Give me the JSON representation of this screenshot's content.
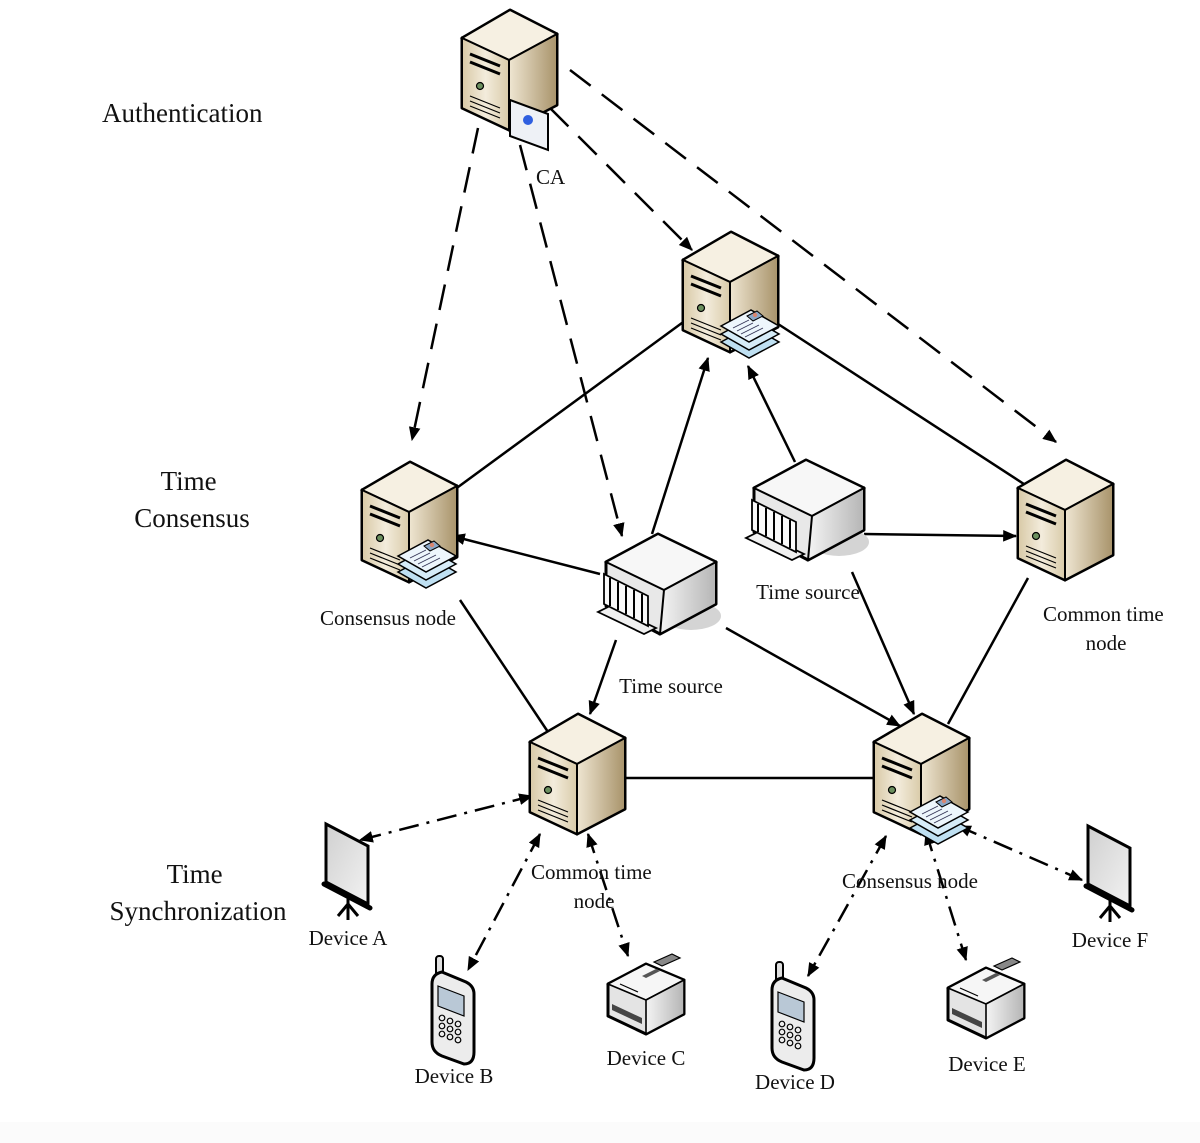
{
  "title": "Blockchain-based time synchronization architecture",
  "layers": {
    "authentication": "Authentication",
    "time_consensus": [
      "Time",
      "Consensus"
    ],
    "time_synchronization": [
      "Time",
      "Synchronization"
    ]
  },
  "nodes": {
    "ca": {
      "label": "CA",
      "type": "server-with-certificate"
    },
    "consensus_top": {
      "label": "",
      "type": "consensus-server"
    },
    "consensus_left": {
      "label": "Consensus node",
      "type": "consensus-server"
    },
    "common_right": {
      "label": [
        "Common time",
        "node"
      ],
      "type": "server"
    },
    "time_source_center": {
      "label": "Time source",
      "type": "time-source"
    },
    "time_source_right": {
      "label": "Time source",
      "type": "time-source"
    },
    "common_bottom": {
      "label": [
        "Common time",
        "node"
      ],
      "type": "server"
    },
    "consensus_bottom": {
      "label": "Consensus node",
      "type": "consensus-server"
    }
  },
  "devices": [
    {
      "id": "A",
      "label": "Device A",
      "type": "projector-screen"
    },
    {
      "id": "B",
      "label": "Device B",
      "type": "mobile-phone"
    },
    {
      "id": "C",
      "label": "Device C",
      "type": "printer"
    },
    {
      "id": "D",
      "label": "Device D",
      "type": "mobile-phone"
    },
    {
      "id": "E",
      "label": "Device E",
      "type": "printer"
    },
    {
      "id": "F",
      "label": "Device F",
      "type": "projector-screen"
    }
  ],
  "edges": {
    "dashed_authentication": [
      "ca->consensus_left",
      "ca->time_source_center",
      "ca->consensus_top",
      "ca->common_right"
    ],
    "solid_consensus_links": [
      "consensus_top-consensus_left",
      "consensus_top-common_right",
      "consensus_left-common_bottom",
      "common_right-consensus_bottom",
      "common_bottom-consensus_bottom"
    ],
    "time_source_arrows": [
      "time_source_center->consensus_top",
      "time_source_center->consensus_left",
      "time_source_center->common_bottom",
      "time_source_center->consensus_bottom",
      "time_source_right->consensus_top",
      "time_source_right->common_right",
      "time_source_right->consensus_bottom"
    ],
    "dash_dot_bidirectional": [
      "common_bottom<->A",
      "common_bottom<->B",
      "common_bottom<->C",
      "consensus_bottom<->D",
      "consensus_bottom<->E",
      "consensus_bottom<->F"
    ]
  },
  "colors": {
    "server_body": "#e9dfc8",
    "server_side": "#b9a47c",
    "cert_blue": "#cfe6f5",
    "seal_blue": "#2f5fe0",
    "time_source": "#e6e6e6",
    "line": "#000000"
  }
}
